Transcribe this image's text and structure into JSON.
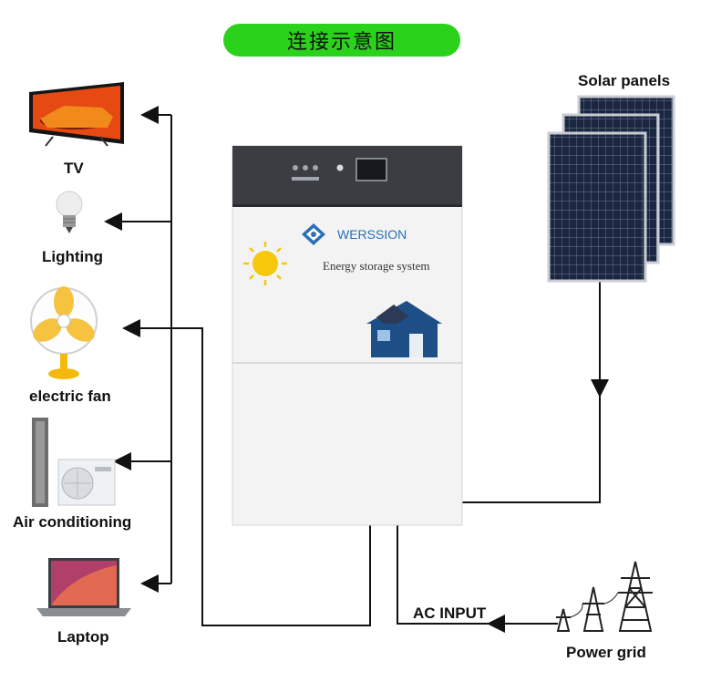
{
  "title": "连接示意图",
  "device": {
    "brand": "WERSSION",
    "subtitle": "Energy storage system"
  },
  "loads": {
    "tv": "TV",
    "lighting": "Lighting",
    "fan": "electric fan",
    "ac": "Air conditioning",
    "laptop": "Laptop"
  },
  "sources": {
    "solar": "Solar panels",
    "grid": "Power grid",
    "ac_input": "AC INPUT"
  },
  "colors": {
    "title_bg": "#2bd21b",
    "brand_blue": "#2a6fb8",
    "house_blue": "#1d4f86",
    "line": "#111111"
  }
}
